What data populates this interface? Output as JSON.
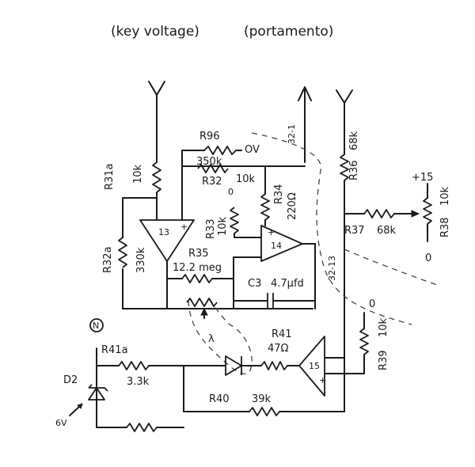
{
  "header": {
    "key_voltage": "(key voltage)",
    "portamento": "(portamento)"
  },
  "labels": {
    "r96": "R96",
    "ov": "OV",
    "r96_val": "350k",
    "r32": "R32",
    "r32_val": "10k",
    "r32_zero": "0",
    "r31a": "R31a",
    "r31a_val": "10k",
    "r33": "R33",
    "r33_val": "10k",
    "r34": "R34",
    "r34_val": "220Ω",
    "r36": "R36",
    "r36_val": "68k",
    "r37": "R37",
    "r37_val": "68k",
    "plus15": "+15",
    "r38": "R38",
    "r38_val": "10k",
    "r38_zero": "0",
    "n32_1": "32-1",
    "n32_13": "32-13",
    "r32a": "R32a",
    "r32a_val": "330k",
    "r35": "R35",
    "r35_val": "12.2 meg",
    "c3": "C3",
    "c3_val": "4.7µfd",
    "amp13": "13",
    "amp14": "14",
    "amp15": "15",
    "n_mark": "N",
    "r41a": "R41a",
    "r41a_val": "3.3k",
    "r41": "R41",
    "r41_val": "47Ω",
    "d2": "D2",
    "six_v": "6V",
    "r40": "R40",
    "r40_val": "39k",
    "r39": "R39",
    "r39_val": "10k",
    "r39_zero": "0",
    "lambda": "λ"
  }
}
